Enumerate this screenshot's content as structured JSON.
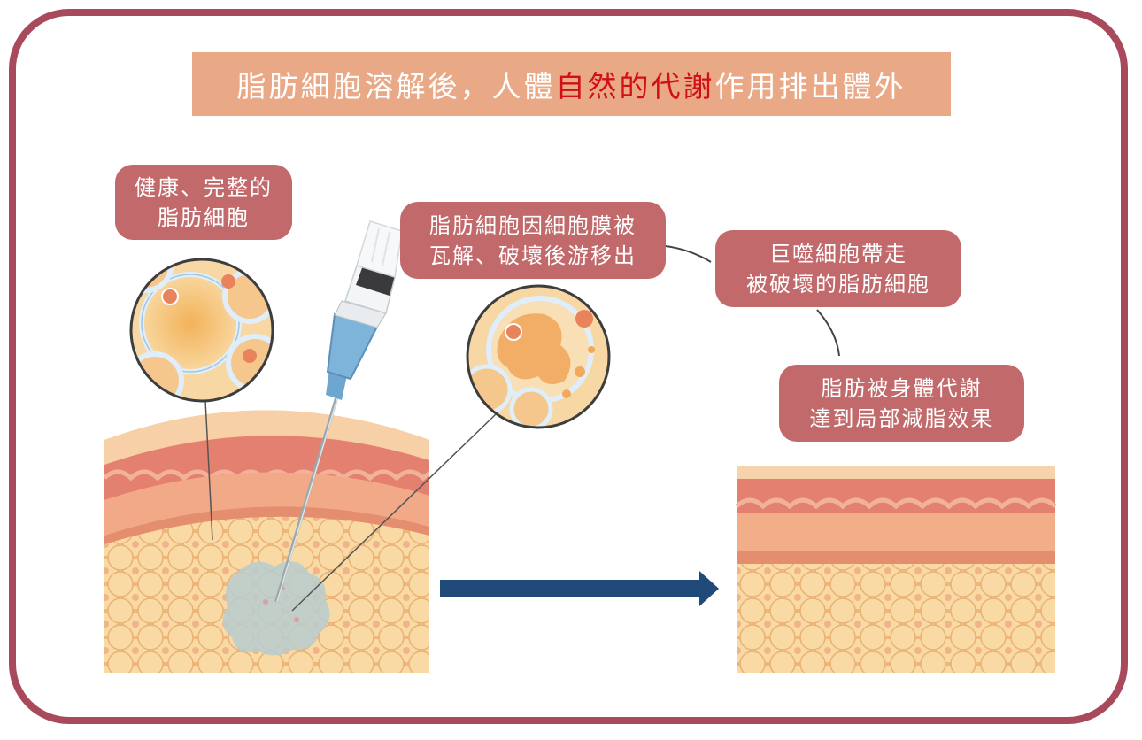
{
  "title": {
    "part1": "脂肪細胞溶解後，人體",
    "highlight": "自然的代謝",
    "part2": "作用排出體外"
  },
  "labels": {
    "healthy_line1": "健康、完整的",
    "healthy_line2": "脂肪細胞",
    "dissolved_line1": "脂肪細胞因細胞膜被",
    "dissolved_line2": "瓦解、破壞後游移出",
    "macrophage_line1": "巨噬細胞帶走",
    "macrophage_line2": "被破壞的脂肪細胞",
    "result_line1": "脂肪被身體代謝",
    "result_line2": "達到局部減脂效果"
  },
  "colors": {
    "frame": "#a84a5c",
    "title_bg": "#e9a886",
    "highlight_text": "#d10f14",
    "label_bg": "#c26a6b",
    "arrow": "#1f4a7a",
    "fat_cell": "#f6c98a",
    "skin": "#e58c7c"
  },
  "icons": [
    "syringe-icon",
    "magnifier-healthy-cell",
    "magnifier-dissolved-cell",
    "progress-arrow-icon"
  ]
}
